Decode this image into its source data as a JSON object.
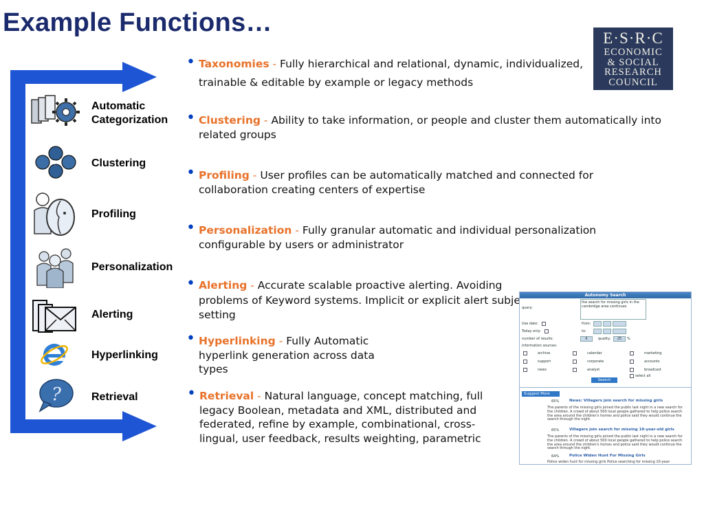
{
  "page": {
    "title": "Example Functions…"
  },
  "logo": {
    "line1": "E·S·R·C",
    "line2": "ECONOMIC",
    "line3": "& SOCIAL",
    "line4": "RESEARCH",
    "line5": "COUNCIL"
  },
  "colors": {
    "arrow": "#1e55d4",
    "title": "#1a2a6c",
    "keyword": "#e8722a",
    "bullet": "#0040c0"
  },
  "features": [
    {
      "label": "Automatic Categorization",
      "icon": "gear-docs-icon"
    },
    {
      "label": "Clustering",
      "icon": "cluster-icon"
    },
    {
      "label": "Profiling",
      "icon": "profile-head-icon"
    },
    {
      "label": "Personalization",
      "icon": "people-icon"
    },
    {
      "label": "Alerting",
      "icon": "envelopes-icon"
    },
    {
      "label": "Hyperlinking",
      "icon": "internet-explorer-icon"
    },
    {
      "label": "Retrieval",
      "icon": "help-bubble-icon"
    }
  ],
  "bullets": [
    {
      "keyword": "Taxonomies",
      "dash": "-",
      "text": "Fully hierarchical and relational, dynamic, individualized, trainable & editable by example or legacy methods"
    },
    {
      "keyword": "Clustering",
      "dash": "-",
      "text": "Ability to take information, or people and cluster them automatically into related groups"
    },
    {
      "keyword": "Profiling",
      "dash": "-",
      "text": "User profiles can be automatically matched and connected for collaboration  creating centers of expertise"
    },
    {
      "keyword": "Personalization",
      "dash": "-",
      "text": "Fully granular automatic and individual personalization configurable by users or administrator"
    },
    {
      "keyword": "Alerting",
      "dash": "-",
      "text": "Accurate scalable proactive alerting. Avoiding problems of Keyword systems. Implicit or explicit alert subject setting"
    },
    {
      "keyword": "Hyperlinking",
      "dash": "-",
      "text": "Fully Automatic hyperlink generation across data types"
    },
    {
      "keyword": "Retrieval",
      "dash": "-",
      "text": "Natural language, concept matching, full legacy Boolean, metadata and XML, distributed and federated, refine by example, combinational, cross-lingual, user feedback, results weighting, parametric"
    }
  ],
  "screenshot": {
    "header": "Autonomy Search",
    "query_label": "query:",
    "query_value": "the search for missing girls in the cambridge area continues",
    "use_date": "Use date:",
    "from": "from:",
    "today_only": "Today only:",
    "to": "to:",
    "num_results": "number of results:",
    "num_results_value": "6",
    "quality": "quality:",
    "quality_value": "25",
    "quality_unit": "%",
    "info_sources": "information sources:",
    "sources": [
      "archive",
      "calendar",
      "marketing",
      "support",
      "corporate",
      "accounts",
      "news",
      "analyst",
      "broadcast"
    ],
    "select_all": "select all",
    "search_button": "Search",
    "suggest_button": "Suggest More",
    "results": [
      {
        "score": "65%",
        "title": "News: Villagers join search for missing girls",
        "snippet": "The parents of the missing girls joined the public last night in a new search for the children. A crowd of about 500 local people gathered to help police search the area around the children's homes and police said they would continue the search through the night."
      },
      {
        "score": "65%",
        "title": "Villagers join search for missing 10-year-old girls",
        "snippet": "The parents of the missing girls joined the public last night in a new search for the children. A crowd of about 500 local people gathered to help police search the area around the children's homes and police said they would continue the search through the night."
      },
      {
        "score": "64%",
        "title": "Police Widen Hunt For Missing Girls",
        "snippet": "Police widen hunt for missing girls Police searching for missing 10-year-"
      }
    ]
  }
}
